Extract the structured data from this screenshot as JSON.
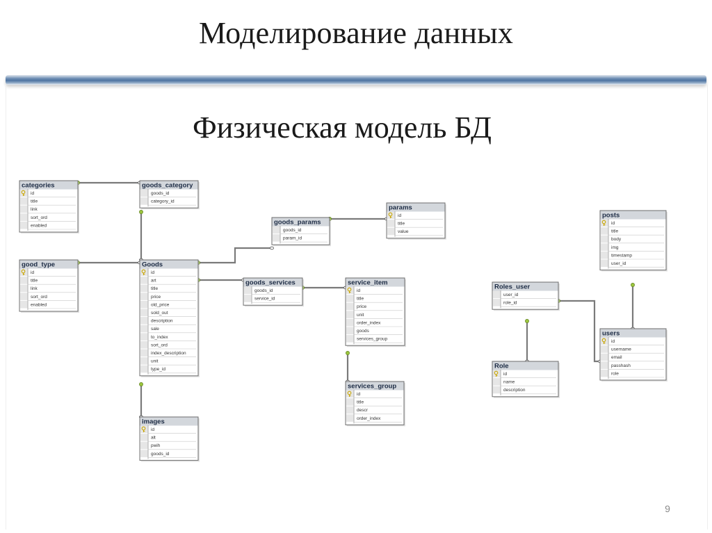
{
  "slide": {
    "title": "Моделирование данных",
    "subtitle": "Физическая модель БД",
    "page_number": "9"
  },
  "colors": {
    "accent_bar": "#4f74a1",
    "table_border": "#6e6e6e",
    "table_header": "#d3d7dc",
    "key_icon": "#c9a600",
    "connector": "#7a7a7a",
    "end_marker": "#9bc53d"
  },
  "tables": [
    {
      "id": "categories",
      "name": "categories",
      "columns": [
        "id",
        "title",
        "link",
        "sort_ord",
        "enabled"
      ],
      "pk": [
        0
      ]
    },
    {
      "id": "goods_category",
      "name": "goods_category",
      "columns": [
        "goods_id",
        "category_id"
      ],
      "pk": []
    },
    {
      "id": "good_type",
      "name": "good_type",
      "columns": [
        "id",
        "title",
        "link",
        "sort_ord",
        "enabled"
      ],
      "pk": [
        0
      ]
    },
    {
      "id": "goods",
      "name": "Goods",
      "columns": [
        "id",
        "art",
        "title",
        "price",
        "old_price",
        "sold_out",
        "description",
        "sale",
        "to_index",
        "sort_ord",
        "index_description",
        "unit",
        "type_id"
      ],
      "pk": [
        0
      ]
    },
    {
      "id": "goods_params",
      "name": "goods_params",
      "columns": [
        "goods_id",
        "param_id"
      ],
      "pk": []
    },
    {
      "id": "params",
      "name": "params",
      "columns": [
        "id",
        "title",
        "value"
      ],
      "pk": [
        0
      ]
    },
    {
      "id": "goods_services",
      "name": "goods_services",
      "columns": [
        "goods_id",
        "service_id"
      ],
      "pk": []
    },
    {
      "id": "service_item",
      "name": "service_item",
      "columns": [
        "id",
        "title",
        "price",
        "unit",
        "order_index",
        "goods",
        "services_group"
      ],
      "pk": [
        0
      ]
    },
    {
      "id": "services_group",
      "name": "services_group",
      "columns": [
        "id",
        "title",
        "descr",
        "order_index"
      ],
      "pk": [
        0
      ]
    },
    {
      "id": "images",
      "name": "images",
      "columns": [
        "id",
        "alt",
        "pwih",
        "goods_id"
      ],
      "pk": [
        0
      ]
    },
    {
      "id": "posts",
      "name": "posts",
      "columns": [
        "id",
        "title",
        "body",
        "img",
        "timestamp",
        "user_id"
      ],
      "pk": [
        0
      ]
    },
    {
      "id": "roles_user",
      "name": "Roles_user",
      "columns": [
        "user_id",
        "role_id"
      ],
      "pk": []
    },
    {
      "id": "role",
      "name": "Role",
      "columns": [
        "id",
        "name",
        "description"
      ],
      "pk": [
        0
      ]
    },
    {
      "id": "users",
      "name": "users",
      "columns": [
        "id",
        "username",
        "email",
        "passhash",
        "role"
      ],
      "pk": [
        0
      ]
    }
  ],
  "relationships": [
    {
      "from": "categories",
      "to": "goods_category"
    },
    {
      "from": "goods_category",
      "to": "goods"
    },
    {
      "from": "good_type",
      "to": "goods"
    },
    {
      "from": "goods",
      "to": "goods_params"
    },
    {
      "from": "goods_params",
      "to": "params"
    },
    {
      "from": "goods",
      "to": "goods_services"
    },
    {
      "from": "goods_services",
      "to": "service_item"
    },
    {
      "from": "service_item",
      "to": "services_group"
    },
    {
      "from": "goods",
      "to": "images"
    },
    {
      "from": "posts",
      "to": "users"
    },
    {
      "from": "roles_user",
      "to": "users"
    },
    {
      "from": "roles_user",
      "to": "role"
    }
  ]
}
